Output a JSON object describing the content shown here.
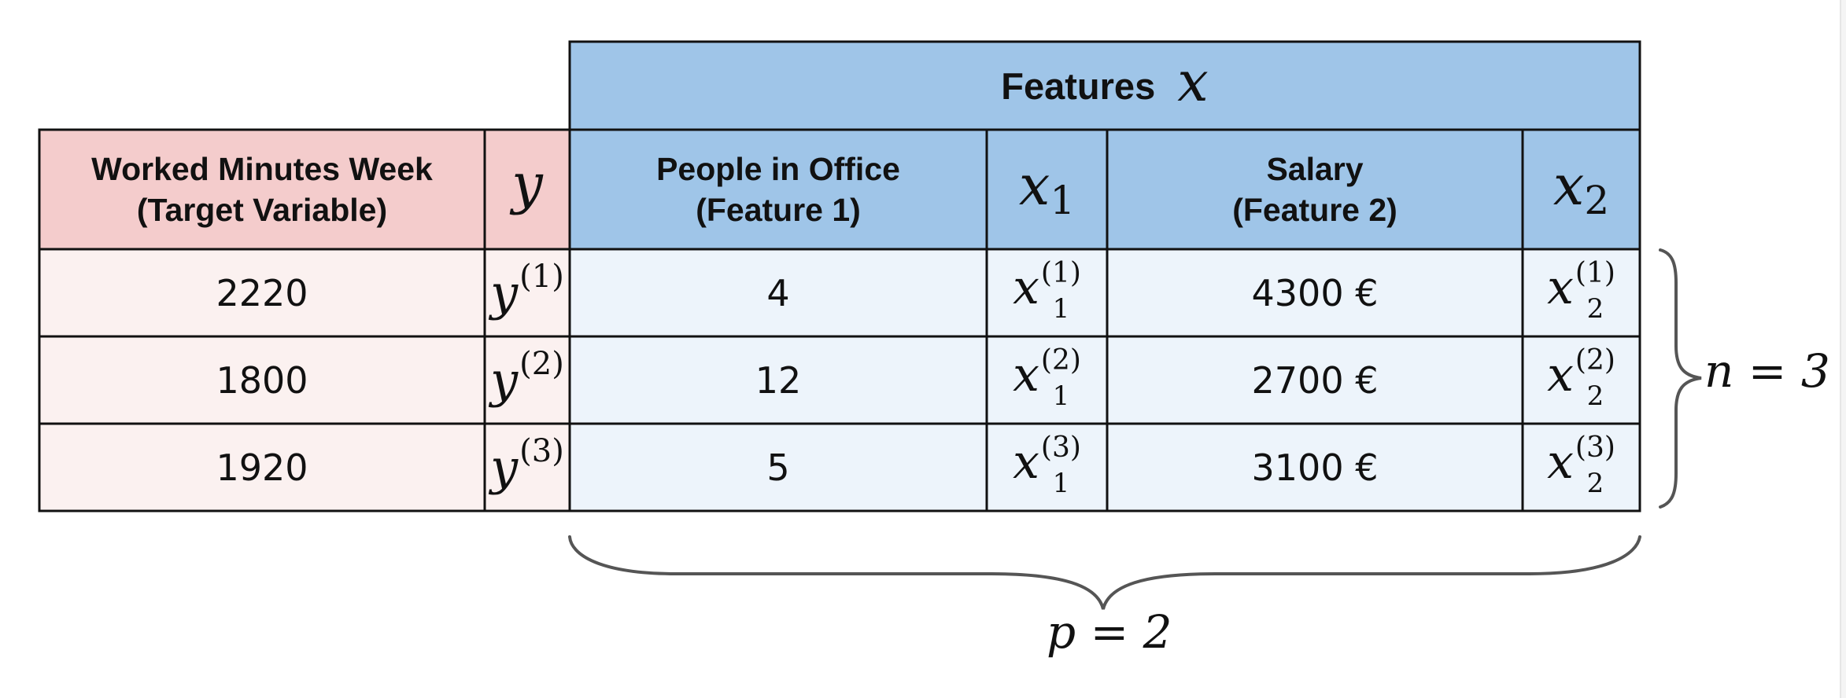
{
  "colors": {
    "target_header": "#f4cccc",
    "target_body": "#fbf1f0",
    "feature_header": "#9fc5e8",
    "feature_body": "#edf4fb",
    "border": "#111111",
    "brace": "#555555"
  },
  "table": {
    "features_title": "Features",
    "features_symbol": "x",
    "target_header": [
      "Worked Minutes Week",
      "(Target Variable)"
    ],
    "target_symbol": "y",
    "feature1_header": [
      "People in Office",
      "(Feature 1)"
    ],
    "feature1_symbol": "x",
    "feature1_symbol_sub": "1",
    "feature2_header": [
      "Salary",
      "(Feature 2)"
    ],
    "feature2_symbol": "x",
    "feature2_symbol_sub": "2",
    "rows": [
      {
        "target": "2220",
        "y_sup": "(1)",
        "feature1": "4",
        "x1_sup": "(1)",
        "feature2": "4300 €",
        "x2_sup": "(1)"
      },
      {
        "target": "1800",
        "y_sup": "(2)",
        "feature1": "12",
        "x1_sup": "(2)",
        "feature2": "2700 €",
        "x2_sup": "(2)"
      },
      {
        "target": "1920",
        "y_sup": "(3)",
        "feature1": "5",
        "x1_sup": "(3)",
        "feature2": "3100 €",
        "x2_sup": "(3)"
      }
    ]
  },
  "annotations": {
    "n_label": "n = 3",
    "p_label": "p = 2"
  }
}
